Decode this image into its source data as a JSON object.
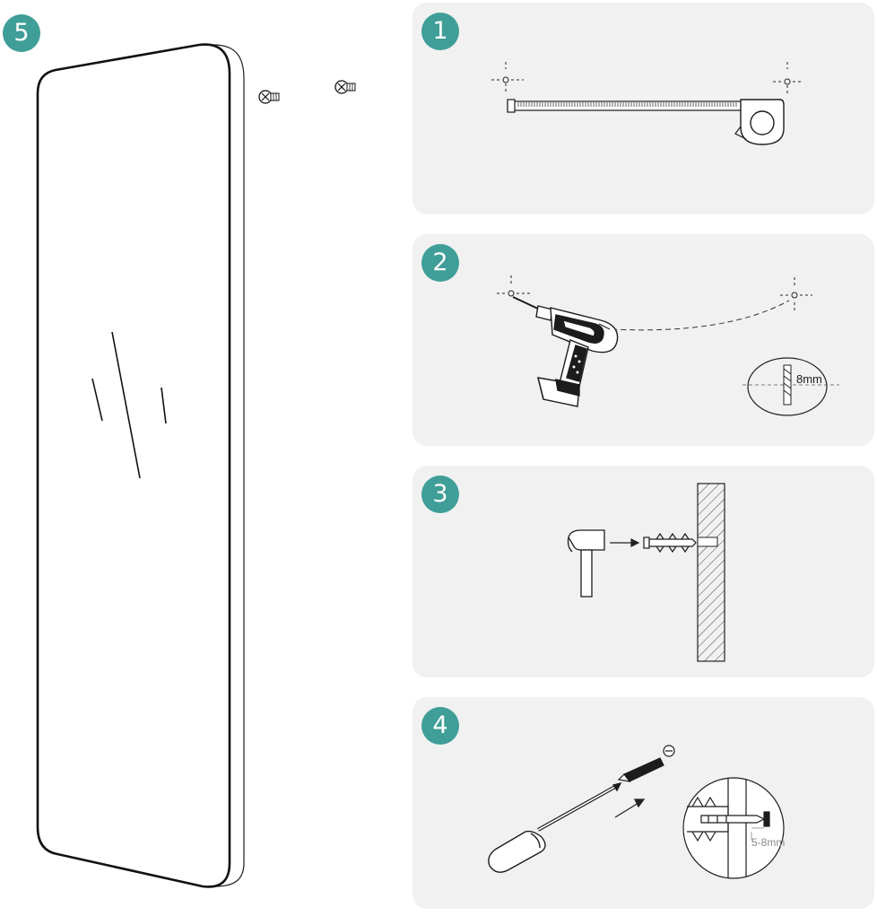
{
  "colors": {
    "badge": "#3f9e98",
    "panel": "#f1f1f1",
    "line": "#1c1c1c",
    "dim_text": "#8a8a8a"
  },
  "steps": [
    {
      "number": "1"
    },
    {
      "number": "2",
      "drill_label": "8mm"
    },
    {
      "number": "3"
    },
    {
      "number": "4",
      "depth_label": "5-8mm"
    }
  ],
  "final_step": {
    "number": "5"
  }
}
